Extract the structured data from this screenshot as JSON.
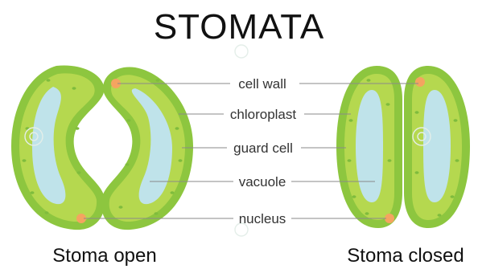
{
  "title": "STOMATA",
  "labels": {
    "cell_wall": "cell wall",
    "chloroplast": "chloroplast",
    "guard_cell": "guard cell",
    "vacuole": "vacuole",
    "nucleus": "nucleus"
  },
  "captions": {
    "open": "Stoma open",
    "closed": "Stoma closed"
  },
  "colors": {
    "cell_wall": "#8dc63f",
    "cytoplasm": "#b5d84f",
    "vacuole": "#bfe3ea",
    "nucleus": "#f4a460",
    "chloroplast": "#7fbc3d"
  }
}
